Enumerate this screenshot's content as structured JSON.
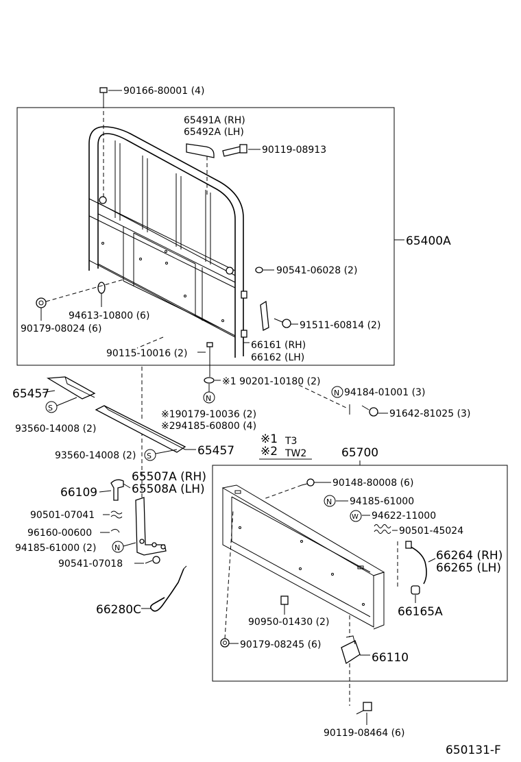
{
  "diagram": {
    "drawing_number": "650131-F",
    "notes": {
      "n1_mark": "※1",
      "n1_value": "T3",
      "n2_mark": "※2",
      "n2_value": "TW2"
    },
    "labels": {
      "p90166": "90166-80001 (4)",
      "p65491": "65491A (RH)",
      "p65492": "65492A (LH)",
      "p90119a": "90119-08913",
      "p65400": "65400A",
      "p90541a": "90541-06028 (2)",
      "p94613": "94613-10800 (6)",
      "p90179a": "90179-08024 (6)",
      "p91511": "91511-60814 (2)",
      "p66161": "66161 (RH)",
      "p66162": "66162 (LH)",
      "p90115": "90115-10016 (2)",
      "p90201": "※1 90201-10180 (2)",
      "p94184": "94184-01001 (3)",
      "p91642": "91642-81025 (3)",
      "p65457a": "65457",
      "p93560a": "93560-14008 (2)",
      "p190179": "※190179-10036 (2)",
      "p294185": "※294185-60800 (4)",
      "p93560b": "93560-14008 (2)",
      "p65457b": "65457",
      "p65700": "65700",
      "p65507": "65507A (RH)",
      "p65508": "65508A (LH)",
      "p66109": "66109",
      "p90501a": "90501-07041",
      "p96160": "96160-00600",
      "p94185a": "94185-61000 (2)",
      "p90541b": "90541-07018",
      "p90148": "90148-80008 (6)",
      "p94185b": "94185-61000",
      "p94622": "94622-11000",
      "p90501b": "90501-45024",
      "p66264": "66264 (RH)",
      "p66265": "66265 (LH)",
      "p66280": "66280C",
      "p66165": "66165A",
      "p90950": "90950-01430 (2)",
      "p90179b": "90179-08245 (6)",
      "p66110": "66110",
      "p90119b": "90119-08464 (6)"
    },
    "symbols": {
      "n": "N",
      "s": "S",
      "w": "W"
    }
  }
}
